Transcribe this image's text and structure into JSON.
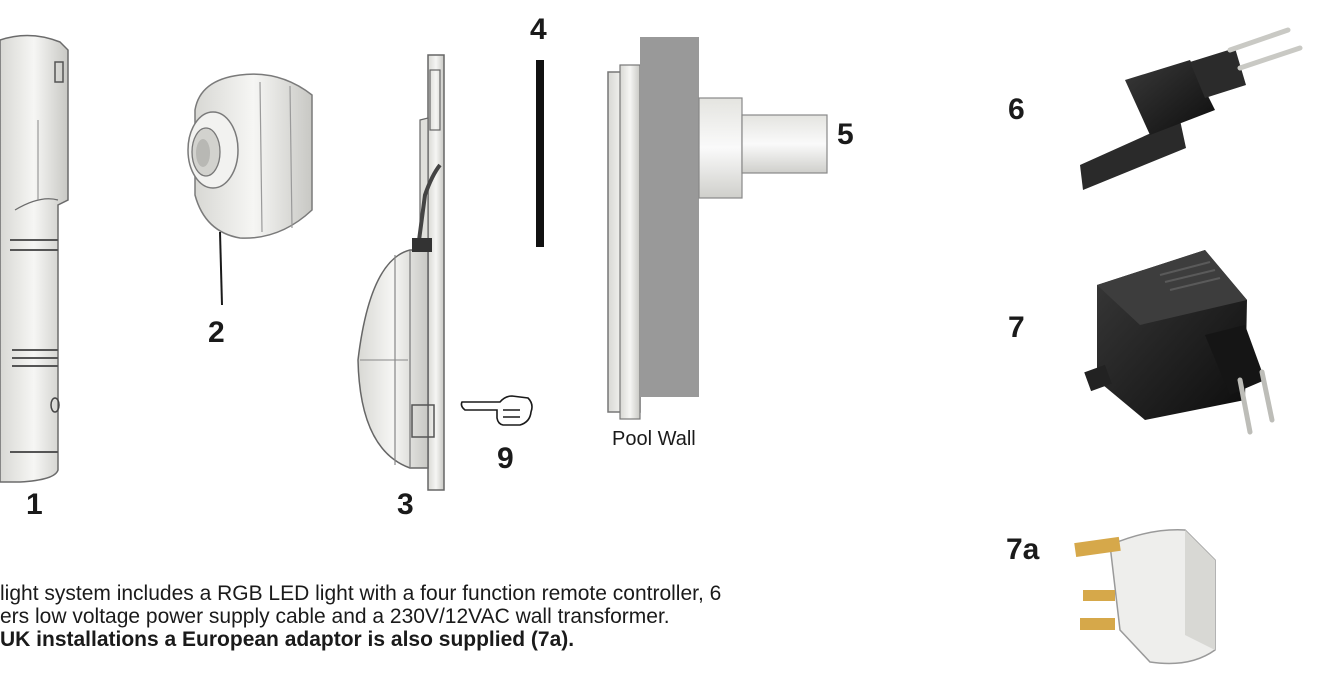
{
  "labels": {
    "n1": "1",
    "n2": "2",
    "n3": "3",
    "n4": "4",
    "n5": "5",
    "n6": "6",
    "n7": "7",
    "n7a": "7a",
    "n9": "9"
  },
  "pool_wall_caption": "Pool Wall",
  "description": {
    "line1": "light system includes a RGB LED light with a four function remote controller, 6",
    "line2": "ers low voltage power supply cable and a 230V/12VAC wall transformer.",
    "line3": "UK installations a European adaptor is also supplied (7a)."
  },
  "colors": {
    "part_fill": "#ececea",
    "part_stroke": "#6b6b6b",
    "wall": "#999999",
    "black_plastic": "#1c1c1c"
  }
}
